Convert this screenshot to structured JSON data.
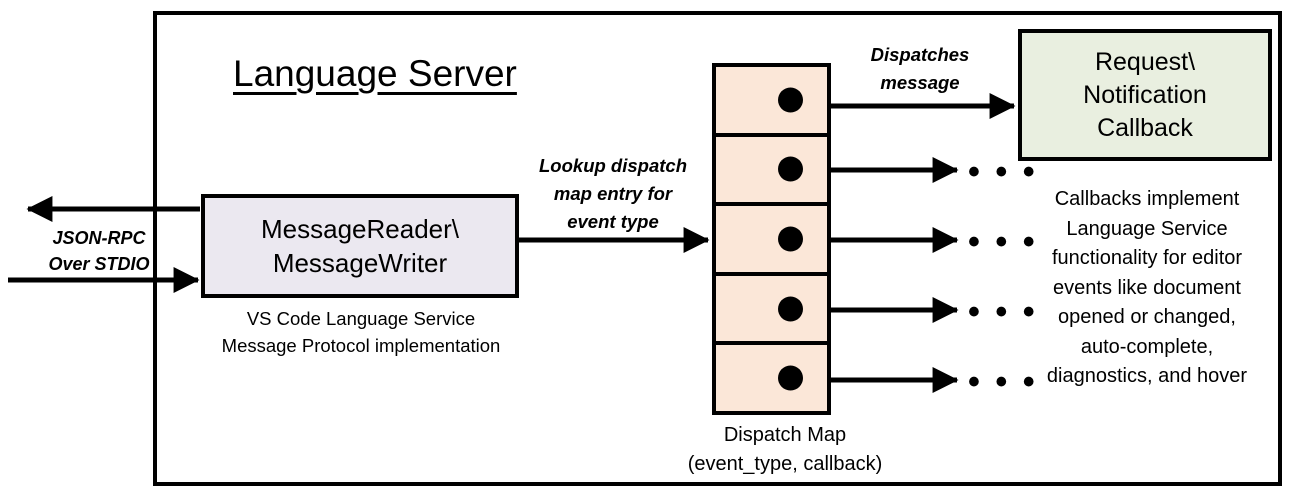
{
  "diagram": {
    "title": "Language Server",
    "frame_label": "Language Server"
  },
  "external_io": {
    "label_line1": "JSON-RPC",
    "label_line2": "Over STDIO"
  },
  "reader_box": {
    "line1": "MessageReader\\",
    "line2": "MessageWriter",
    "fill": "#EBE8F0",
    "caption_line1": "VS Code Language Service",
    "caption_line2": "Message Protocol implementation"
  },
  "lookup_arrow": {
    "label_line1": "Lookup dispatch",
    "label_line2": "map entry for",
    "label_line3": "event type"
  },
  "dispatch_map": {
    "fill": "#FBE7D8",
    "caption_line1": "Dispatch Map",
    "caption_line2": "(event_type, callback)",
    "rows": [
      {
        "index": 1,
        "dot": "filled-dot"
      },
      {
        "index": 2,
        "dot": "filled-dot"
      },
      {
        "index": 3,
        "dot": "filled-dot"
      },
      {
        "index": 4,
        "dot": "filled-dot"
      },
      {
        "index": 5,
        "dot": "filled-dot"
      }
    ]
  },
  "dispatch_arrow": {
    "label_line1": "Dispatches",
    "label_line2": "message"
  },
  "callback_box": {
    "line1": "Request\\",
    "line2": "Notification",
    "line3": "Callback",
    "fill": "#E9EFE0",
    "caption_line1": "Callbacks implement",
    "caption_line2": "Language Service",
    "caption_line3": "functionality for editor",
    "caption_line4": "events like document",
    "caption_line5": "opened or changed,",
    "caption_line6": "auto-complete,",
    "caption_line7": "diagnostics, and hover"
  },
  "ellipses": [
    {
      "index": 1,
      "text": "• • •"
    },
    {
      "index": 2,
      "text": "• • •"
    },
    {
      "index": 3,
      "text": "• • •"
    },
    {
      "index": 4,
      "text": "• • •"
    }
  ],
  "colors": {
    "stroke": "#000000",
    "background": "#FFFFFF",
    "reader_fill": "#EBE8F0",
    "map_fill": "#FBE7D8",
    "callback_fill": "#E9EFE0"
  }
}
